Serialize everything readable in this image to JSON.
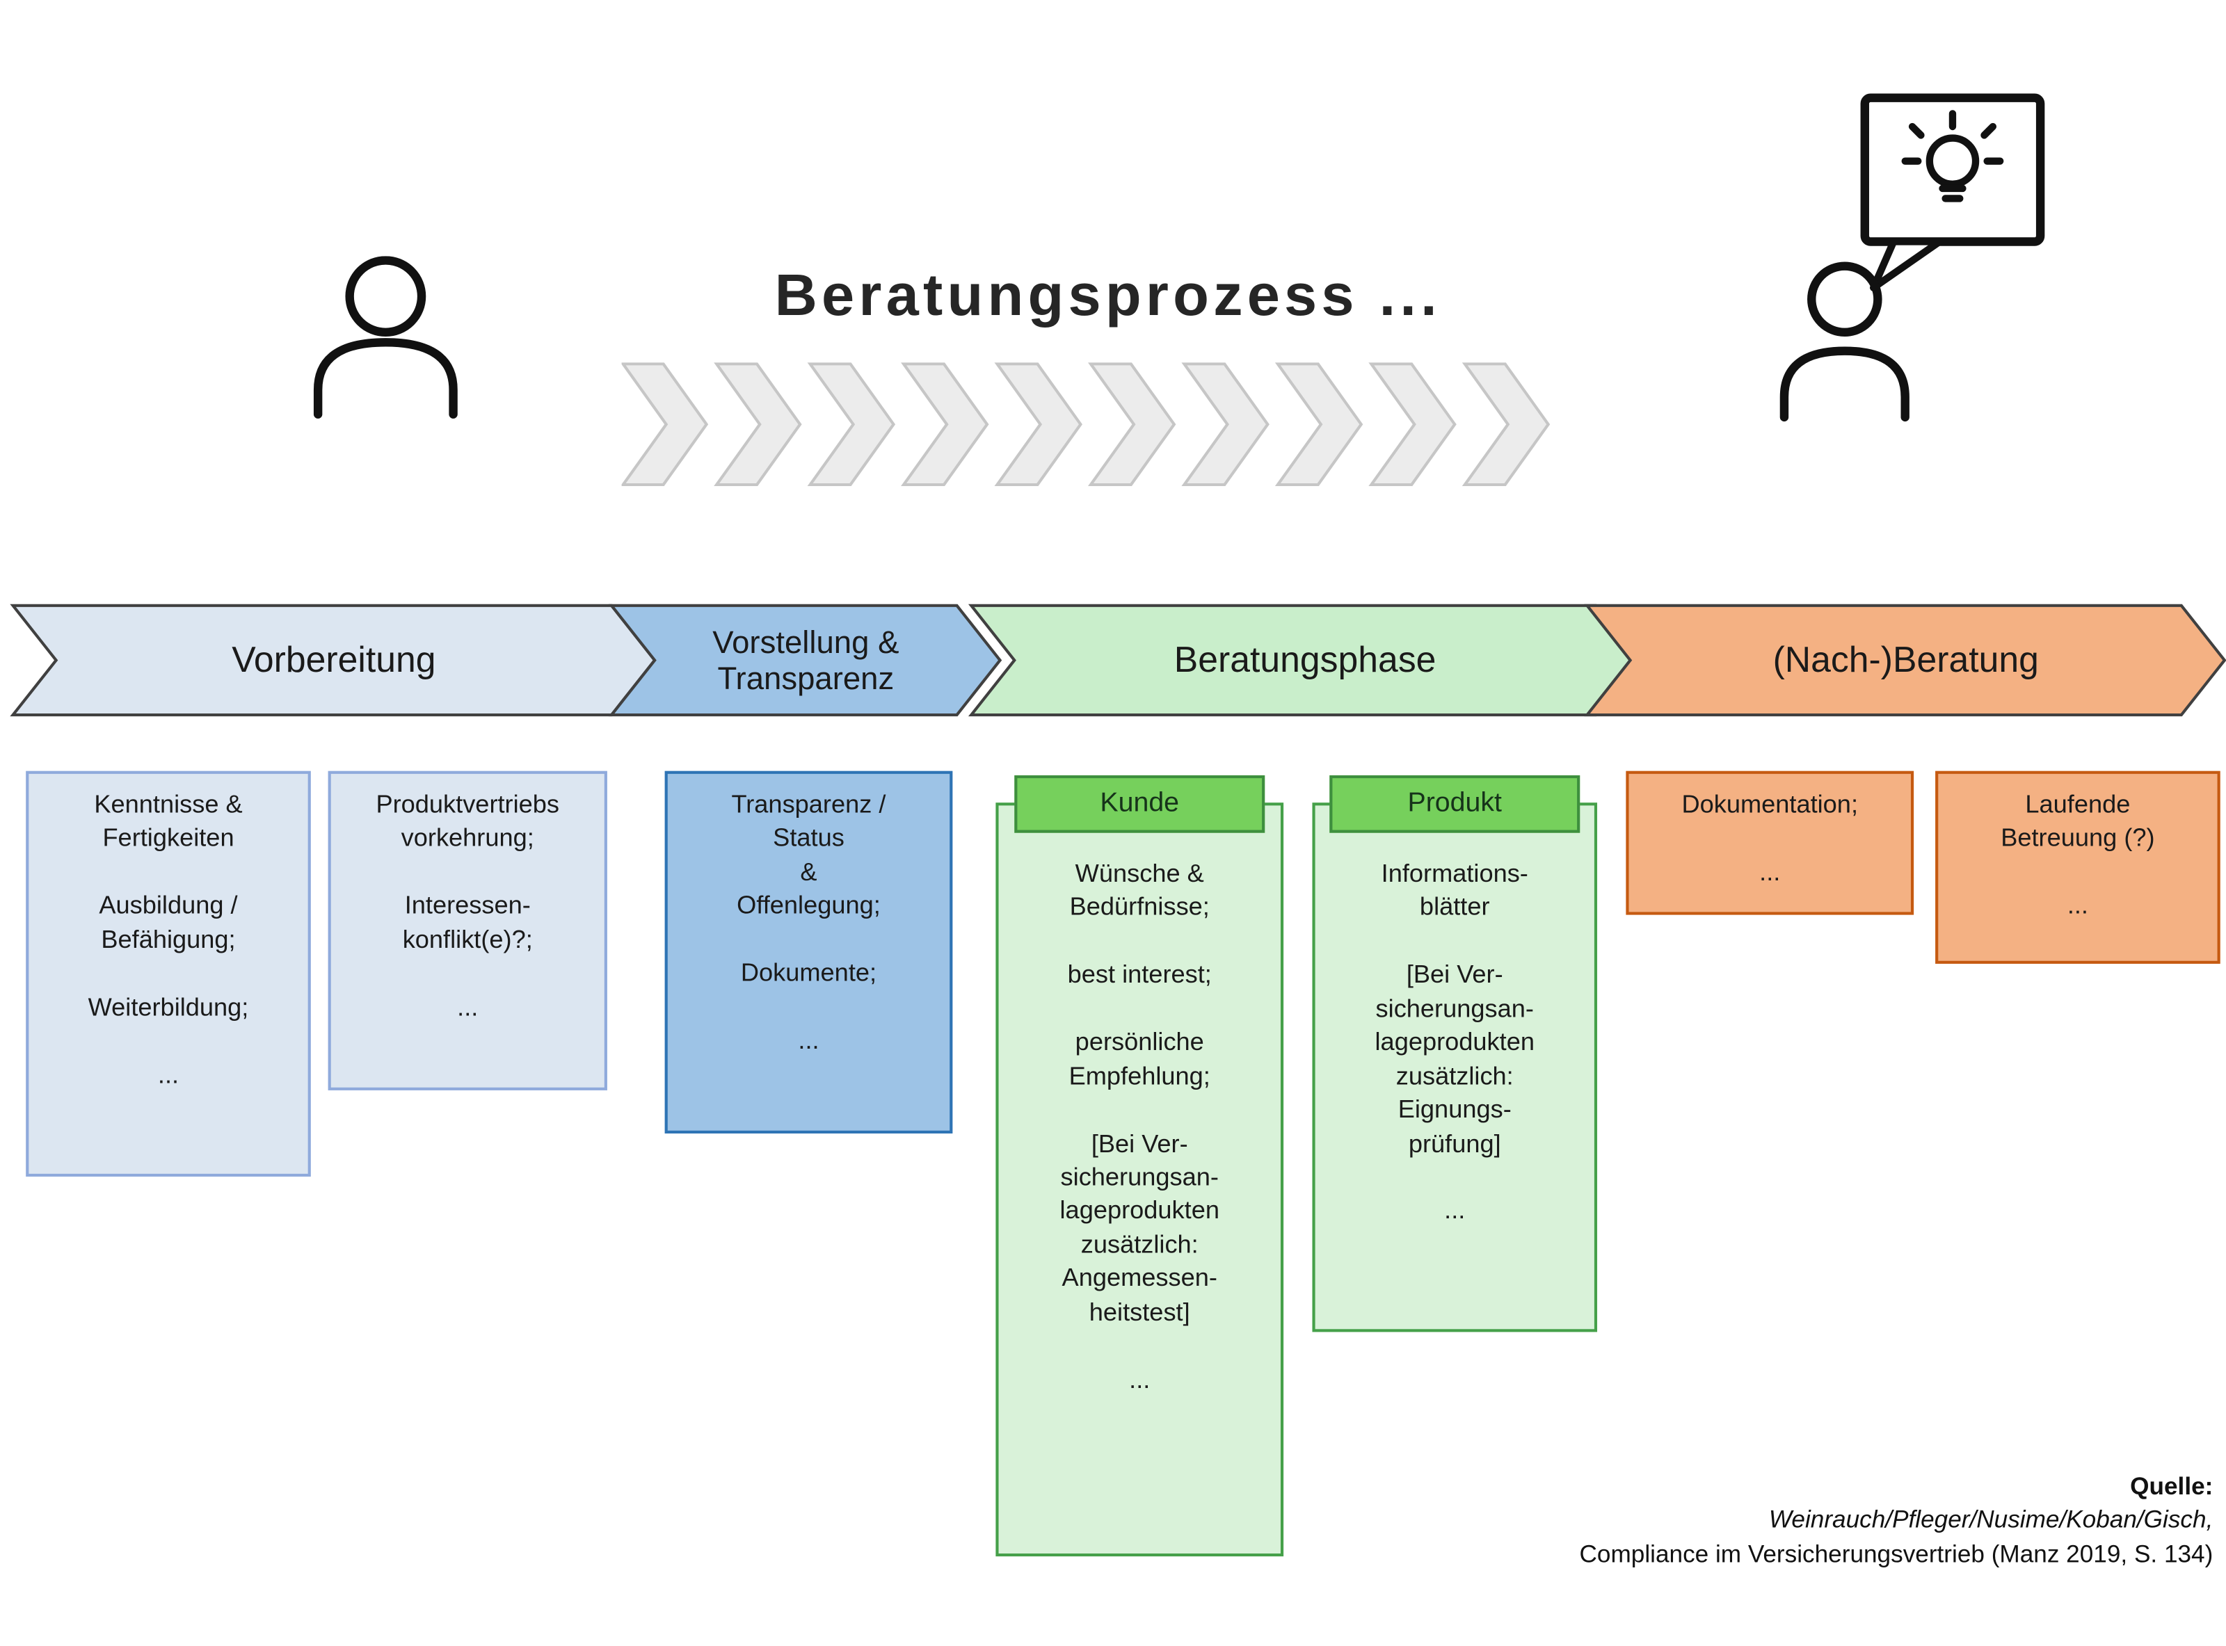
{
  "title": "Beratungsprozess ...",
  "phases": [
    {
      "label": [
        "Vorbereitung"
      ],
      "fill": "#dce6f1"
    },
    {
      "label": [
        "Vorstellung &",
        "Transparenz"
      ],
      "fill": "#9dc3e6"
    },
    {
      "label": [
        "Beratungsphase"
      ],
      "fill": "#c9eecb"
    },
    {
      "label": [
        "(Nach-)Beratung"
      ],
      "fill": "#f4b183"
    }
  ],
  "boxes": {
    "vorbereitung_1": [
      "Kenntnisse &",
      "Fertigkeiten",
      "",
      "Ausbildung /",
      "Befähigung;",
      "",
      "Weiterbildung;",
      "",
      "..."
    ],
    "vorbereitung_2": [
      "Produktvertriebs",
      "vorkehrung;",
      "",
      "Interessen-",
      "konflikt(e)?;",
      "",
      "..."
    ],
    "transparenz": [
      "Transparenz /",
      "Status",
      "&",
      "Offenlegung;",
      "",
      "Dokumente;",
      "",
      "..."
    ],
    "kunde_header": "Kunde",
    "kunde_body": [
      "Wünsche &",
      "Bedürfnisse;",
      "",
      "best interest;",
      "",
      "persönliche",
      "Empfehlung;",
      "",
      "[Bei Ver-",
      "sicherungsan-",
      "lageprodukten",
      "zusätzlich:",
      "Angemessen-",
      "heitstest]",
      "",
      "..."
    ],
    "produkt_header": "Produkt",
    "produkt_body": [
      "Informations-",
      "blätter",
      "",
      "[Bei Ver-",
      "sicherungsan-",
      "lageprodukten",
      "zusätzlich:",
      "Eignungs-",
      "prüfung]",
      "",
      "..."
    ],
    "nachberatung_1": [
      "Dokumentation;",
      "",
      "..."
    ],
    "nachberatung_2": [
      "Laufende",
      "Betreuung (?)",
      "",
      "..."
    ]
  },
  "source": {
    "label": "Quelle:",
    "authors": "Weinrauch/Pfleger/Nusime/Koban/Gisch,",
    "work": "Compliance im Versicherungsvertrieb (Manz 2019, S. 134)"
  },
  "colors": {
    "phase_vorbereitung": "#dce6f1",
    "phase_transparenz": "#9dc3e6",
    "phase_beratung": "#c9eecb",
    "phase_nachberatung": "#f4b183",
    "kunde_produkt_chip": "#76d05c",
    "outline_dark": "#404040"
  }
}
